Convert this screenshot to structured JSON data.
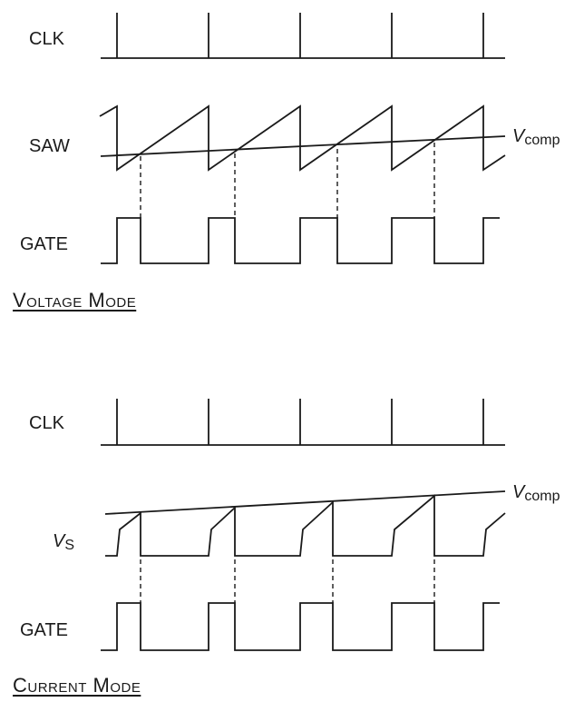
{
  "voltage_mode": {
    "title": "Voltage Mode",
    "labels": {
      "clk": "CLK",
      "saw": "SAW",
      "gate": "GATE",
      "vcomp_main": "V",
      "vcomp_sub": "comp"
    }
  },
  "current_mode": {
    "title": "Current Mode",
    "labels": {
      "clk": "CLK",
      "vs_main": "V",
      "vs_sub": "S",
      "gate": "GATE",
      "vcomp_main": "V",
      "vcomp_sub": "comp"
    }
  },
  "colors": {
    "ink": "#1a1a1a",
    "background": "#ffffff"
  }
}
